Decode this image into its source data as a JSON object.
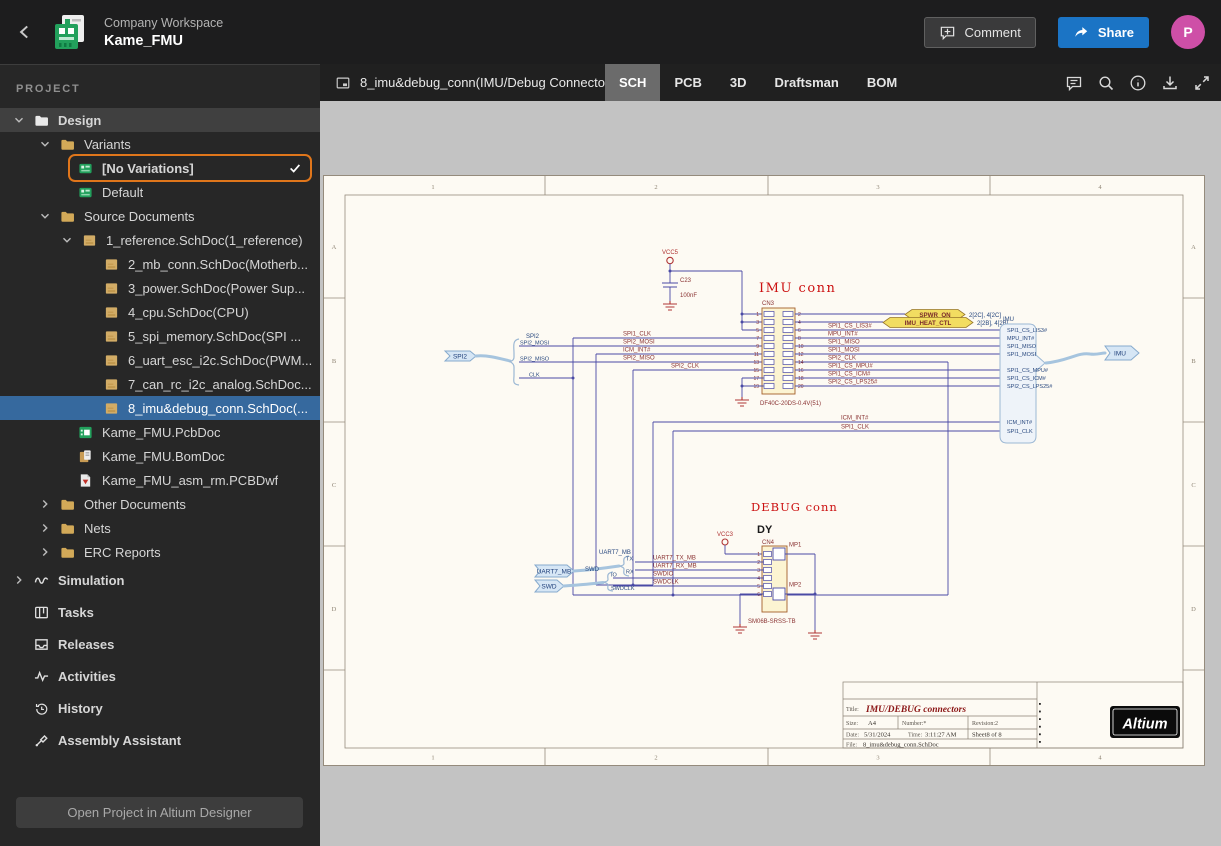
{
  "header": {
    "workspace": "Company Workspace",
    "project": "Kame_FMU",
    "comment_label": "Comment",
    "share_label": "Share",
    "avatar_initial": "P"
  },
  "toolbar": {
    "document": "8_imu&debug_conn(IMU/Debug Connector)",
    "tabs": {
      "sch": "SCH",
      "pcb": "PCB",
      "threed": "3D",
      "draftsman": "Draftsman",
      "bom": "BOM"
    }
  },
  "sidebar": {
    "section_label": "PROJECT",
    "open_button": "Open Project in Altium Designer",
    "items": [
      {
        "label": "Design"
      },
      {
        "label": "Variants"
      },
      {
        "label": "[No Variations]"
      },
      {
        "label": "Default"
      },
      {
        "label": "Source Documents"
      },
      {
        "label": "1_reference.SchDoc(1_reference)"
      },
      {
        "label": "2_mb_conn.SchDoc(Motherb..."
      },
      {
        "label": "3_power.SchDoc(Power Sup..."
      },
      {
        "label": "4_cpu.SchDoc(CPU)"
      },
      {
        "label": "5_spi_memory.SchDoc(SPI ..."
      },
      {
        "label": "6_uart_esc_i2c.SchDoc(PWM..."
      },
      {
        "label": "7_can_rc_i2c_analog.SchDoc..."
      },
      {
        "label": "8_imu&debug_conn.SchDoc(..."
      },
      {
        "label": "Kame_FMU.PcbDoc"
      },
      {
        "label": "Kame_FMU.BomDoc"
      },
      {
        "label": "Kame_FMU_asm_rm.PCBDwf"
      },
      {
        "label": "Other Documents"
      },
      {
        "label": "Nets"
      },
      {
        "label": "ERC Reports"
      },
      {
        "label": "Simulation"
      },
      {
        "label": "Tasks"
      },
      {
        "label": "Releases"
      },
      {
        "label": "Activities"
      },
      {
        "label": "History"
      },
      {
        "label": "Assembly Assistant"
      }
    ]
  },
  "canvas": {
    "ruler": {
      "c1": "1",
      "c2": "2",
      "c3": "3",
      "c4": "4",
      "r1": "A",
      "r2": "B",
      "r3": "C",
      "r4": "D"
    },
    "schematic": {
      "imu": {
        "title": "IMU conn",
        "power_net": "VCC5",
        "cap_ref": "C23",
        "cap_value": "100nF",
        "connector_ref": "CN3",
        "connector_part": "DF40C-20DS-0.4V(51)",
        "pins_left": [
          "1",
          "3",
          "5",
          "7",
          "9",
          "11",
          "13",
          "15",
          "17",
          "19"
        ],
        "pins_right": [
          "2",
          "4",
          "6",
          "8",
          "10",
          "12",
          "14",
          "16",
          "18",
          "20"
        ],
        "port": "SPI2",
        "harness_label": "SPI2",
        "harness_signals": [
          "SPI2_MOSI",
          "SPI2_MISO",
          "CLK"
        ],
        "net_labels": [
          "SPI1_CLK",
          "SPI2_MOSI",
          "ICM_INT#",
          "SPI2_MISO",
          "SPI2_CLK"
        ],
        "offsheet": [
          {
            "name": "SPWR_ON",
            "refs": "2[2C], 4[2C]"
          },
          {
            "name": "IMU_HEAT_CTL",
            "refs": "2[2B], 4[2B]"
          }
        ],
        "right_nets": [
          "SPI1_CS_LIS3#",
          "MPU_INT#",
          "SPI1_MISO",
          "SPI1_MOSI",
          "SPI2_CLK",
          "SPI1_CS_MPU#",
          "SPI1_CS_ICM#",
          "SPI2_CS_LPS25#"
        ],
        "lower_nets": [
          "ICM_INT#",
          "SPI1_CLK"
        ],
        "out_harness_label": "IMU",
        "out_harness_signals": [
          "SPI1_CS_LIS3#",
          "MPU_INT#",
          "SPI1_MISO",
          "SPI1_MOSI",
          "SPI1_CS_MPU#",
          "SPI1_CS_ICM#",
          "SPI2_CS_LPS25#",
          "ICM_INT#",
          "SPI1_CLK"
        ],
        "out_port": "IMU"
      },
      "debug": {
        "title": "DEBUG conn",
        "designator": "DY",
        "power_net": "VCC3",
        "connector_ref": "CN4",
        "connector_part": "SM06B-SRSS-TB",
        "pins": [
          "1",
          "2",
          "3",
          "4",
          "5",
          "6"
        ],
        "mp1": "MP1",
        "mp2": "MP2",
        "port_uart": "UART7_MB",
        "port_swd": "SWD",
        "uart_harness_label": "UART7_MB",
        "uart_harness_signals": [
          "TX",
          "RX"
        ],
        "swd_harness_label": "SWD",
        "swd_harness_signals": [
          "IO",
          "SWDCLK"
        ],
        "net_labels": [
          "UART7_TX_MB",
          "UART7_RX_MB",
          "SWDIO",
          "SWDCLK"
        ]
      }
    },
    "title_block": {
      "title_label": "Title:",
      "title": "IMU/DEBUG connectors",
      "size_label": "Size:",
      "size": "A4",
      "number": "Number:*",
      "revision": "Revision:2",
      "date_label": "Date:",
      "date": "5/31/2024",
      "time_label": "Time:",
      "time": "3:11:27 AM",
      "sheet": "Sheet8  of  8",
      "file_label": "File:",
      "file": "8_imu&debug_conn.SchDoc",
      "logo": "Altium"
    }
  }
}
